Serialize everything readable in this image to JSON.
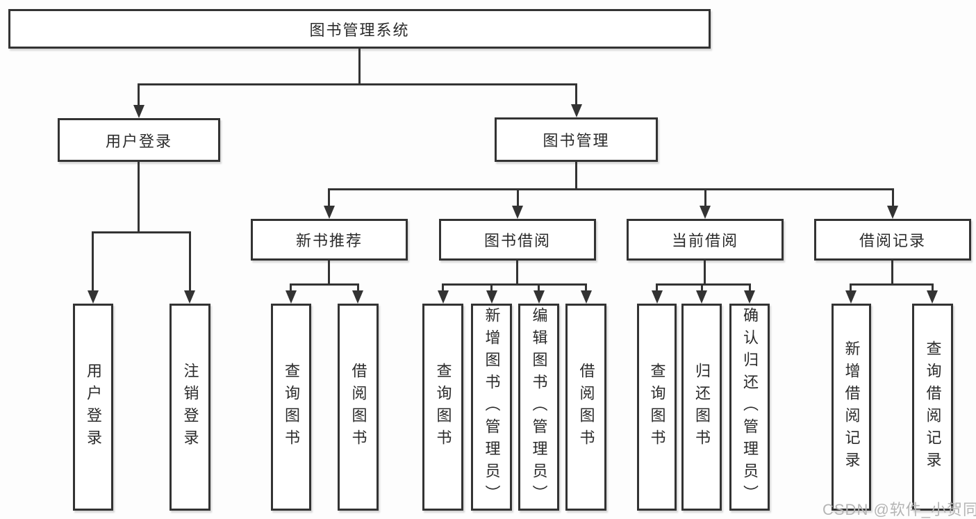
{
  "diagram": {
    "root": {
      "label": "图书管理系统"
    },
    "level2": [
      {
        "label": "用户登录"
      },
      {
        "label": "图书管理"
      }
    ],
    "level3": [
      {
        "label": "新书推荐"
      },
      {
        "label": "图书借阅"
      },
      {
        "label": "当前借阅"
      },
      {
        "label": "借阅记录"
      }
    ],
    "leaves": {
      "user_login": [
        "用户登录",
        "注销登录"
      ],
      "new_book": [
        "查询图书",
        "借阅图书"
      ],
      "book_borrow": [
        "查询图书",
        "新增图书（管理员）",
        "编辑图书（管理员）",
        "借阅图书"
      ],
      "current_borrow": [
        "查询图书",
        "归还图书",
        "确认归还（管理员）"
      ],
      "borrow_records": [
        "新增借阅记录",
        "查询借阅记录"
      ]
    }
  },
  "watermark": {
    "text": "CSDN @软件_小贺同学"
  },
  "colors": {
    "line": "#333333",
    "text": "#2b2b2b",
    "box_fill": "#ffffff",
    "background": "#fdfdfd",
    "watermark": "#b5b5b5"
  }
}
